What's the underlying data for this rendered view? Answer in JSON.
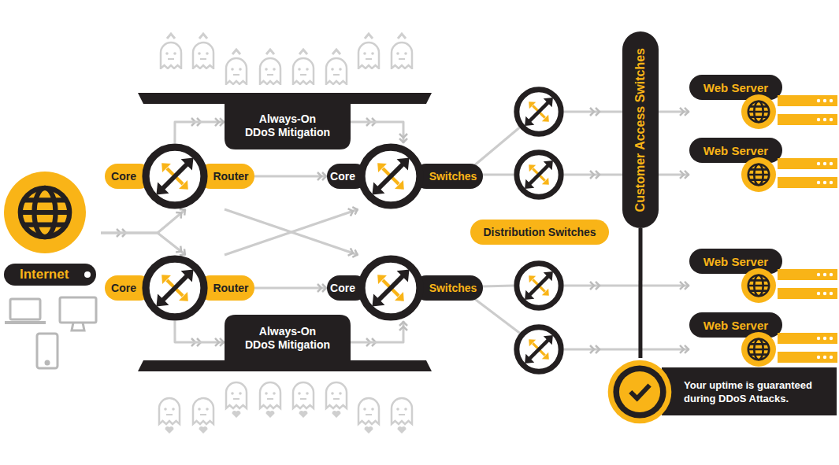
{
  "diagram": {
    "nodes": [
      {
        "text": [
          "Internet"
        ]
      },
      {
        "text": [
          "Always-On DDoS Mitigation"
        ]
      },
      {
        "text": [
          "Core",
          "Router"
        ]
      },
      {
        "text": [
          "Core",
          "Switches"
        ]
      },
      {
        "text": [
          "Core",
          "Router"
        ]
      },
      {
        "text": [
          "Core",
          "Switches"
        ]
      },
      {
        "text": [
          "Always-On DDoS Mitigation"
        ]
      },
      {
        "text": [
          "Distribution Switches"
        ]
      },
      {
        "text": [
          "Customer Access Switches"
        ]
      },
      {
        "text": [
          "Web Server"
        ]
      },
      {
        "text": [
          "Web Server"
        ]
      },
      {
        "text": [
          "Web Server"
        ]
      },
      {
        "text": [
          "Web Server"
        ]
      },
      {
        "text": [
          "Your uptime is guaranteed during DDoS Attacks."
        ]
      }
    ],
    "edges": [
      {
        "from": 0,
        "to": 2,
        "arrow": "to"
      },
      {
        "from": 0,
        "to": 4,
        "arrow": "to"
      },
      {
        "from": 2,
        "to": 1,
        "arrow": "to"
      },
      {
        "from": 1,
        "to": 3,
        "arrow": "to"
      },
      {
        "from": 2,
        "to": 3,
        "arrow": "to"
      },
      {
        "from": 2,
        "to": 5,
        "arrow": "to"
      },
      {
        "from": 4,
        "to": 3,
        "arrow": "to"
      },
      {
        "from": 4,
        "to": 5,
        "arrow": "to"
      },
      {
        "from": 4,
        "to": 6,
        "arrow": "to"
      },
      {
        "from": 6,
        "to": 5,
        "arrow": "to"
      },
      {
        "from": 8,
        "to": 9,
        "arrow": "to"
      },
      {
        "from": 8,
        "to": 10,
        "arrow": "to"
      },
      {
        "from": 8,
        "to": 11,
        "arrow": "to"
      },
      {
        "from": 8,
        "to": 12,
        "arrow": "to"
      },
      {
        "from": 8,
        "to": 13,
        "arrow": "none"
      }
    ]
  }
}
